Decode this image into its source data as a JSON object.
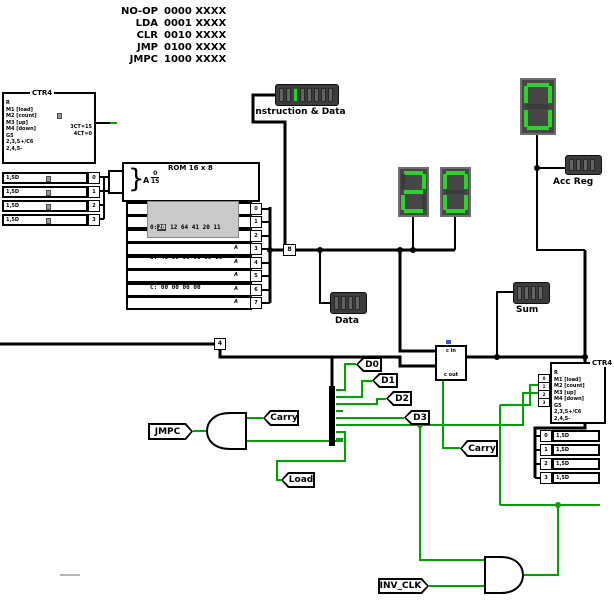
{
  "instruction_set": [
    {
      "mnemonic": "NO-OP",
      "encoding": "0000 XXXX"
    },
    {
      "mnemonic": "LDA",
      "encoding": "0001 XXXX"
    },
    {
      "mnemonic": "CLR",
      "encoding": "0010 XXXX"
    },
    {
      "mnemonic": "JMP",
      "encoding": "0100 XXXX"
    },
    {
      "mnemonic": "JMPC",
      "encoding": "1000 XXXX"
    }
  ],
  "pc_counter": {
    "title": "CTR4",
    "pins": [
      "R",
      "M1 [load]",
      "M2 [count]",
      "M3 [up]",
      "M4 [down]",
      "G5",
      "2,3,5+/C6",
      "2,4,5-"
    ],
    "ct_up": "3CT=15",
    "ct_down": "4CT=0",
    "stage_label": "1,5D",
    "stage_tabs": [
      "0",
      "1",
      "2",
      "3"
    ]
  },
  "acc_counter": {
    "title": "CTR4",
    "pins": [
      "R",
      "M1 [load]",
      "M2 [count]",
      "M3 [up]",
      "M4 [down]",
      "G5",
      "2,3,5+/C6",
      "2,4,5-"
    ],
    "stage_label": "1,5D",
    "stage_tabs": [
      "0",
      "1",
      "2",
      "3"
    ],
    "ctrl_tabs": [
      "0",
      "1",
      "2",
      "3"
    ]
  },
  "rom": {
    "title": "ROM 16 x 8",
    "addr_letter": "A",
    "addr_top": "0",
    "addr_bottom": "15",
    "row_marker": "A",
    "tabs": [
      "0",
      "1",
      "2",
      "3",
      "4",
      "5",
      "6",
      "7"
    ],
    "data_rows": [
      {
        "prefix": "0:",
        "selected": "20",
        "rest": " 12 64 41 20 11"
      },
      {
        "prefix": "6:",
        "rest": " 40 00 00 00 00 00"
      },
      {
        "prefix": "C:",
        "rest": " 00 00 00 00"
      }
    ],
    "bus_width_label": "8"
  },
  "pc_bus_width_label": "4",
  "led_bars": {
    "instruction": {
      "label": "Instruction & Data",
      "count": 8,
      "lit": [
        2
      ]
    },
    "acc": {
      "label": "Acc Reg",
      "count": 4,
      "lit": []
    },
    "data": {
      "label": "Data",
      "count": 4,
      "lit": []
    },
    "sum": {
      "label": "Sum",
      "count": 4,
      "lit": []
    }
  },
  "displays": {
    "acc": {
      "digit": "0"
    },
    "hi": {
      "digit": "2"
    },
    "lo": {
      "digit": "0"
    }
  },
  "adder": {
    "cin": "c in",
    "cout": "c out"
  },
  "tags": {
    "d0": "D0",
    "d1": "D1",
    "d2": "D2",
    "d3": "D3",
    "jmpc": "JMPC",
    "carry_a": "Carry",
    "carry_b": "Carry",
    "load": "Load",
    "inv_clk": "INV_CLK"
  },
  "colors": {
    "wire": "#000000",
    "active_wire": "#00a400",
    "led_on": "#23d423",
    "segment_on": "#2bd32b",
    "rom_panel": "#c9c9c9"
  }
}
